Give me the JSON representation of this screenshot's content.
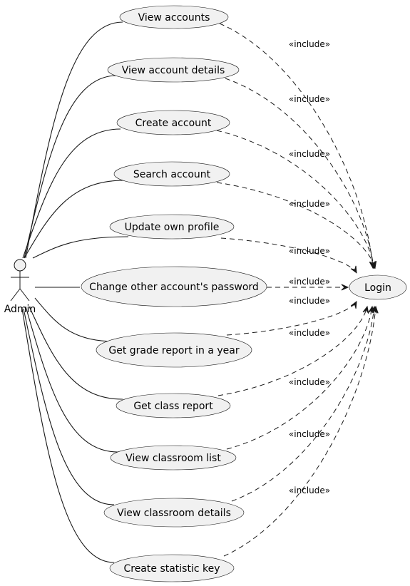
{
  "actor": {
    "label": "Admin"
  },
  "target": {
    "label": "Login"
  },
  "include_label": "«include»",
  "use_cases": [
    {
      "id": "view-accounts",
      "label": "View accounts"
    },
    {
      "id": "view-account-details",
      "label": "View account details"
    },
    {
      "id": "create-account",
      "label": "Create account"
    },
    {
      "id": "search-account",
      "label": "Search account"
    },
    {
      "id": "update-own-profile",
      "label": "Update own profile"
    },
    {
      "id": "change-other-password",
      "label": "Change other account's password"
    },
    {
      "id": "get-grade-report",
      "label": "Get grade report in a year"
    },
    {
      "id": "get-class-report",
      "label": "Get class report"
    },
    {
      "id": "view-classroom-list",
      "label": "View classroom list"
    },
    {
      "id": "view-classroom-details",
      "label": "View classroom details"
    },
    {
      "id": "create-statistic-key",
      "label": "Create statistic key"
    }
  ]
}
